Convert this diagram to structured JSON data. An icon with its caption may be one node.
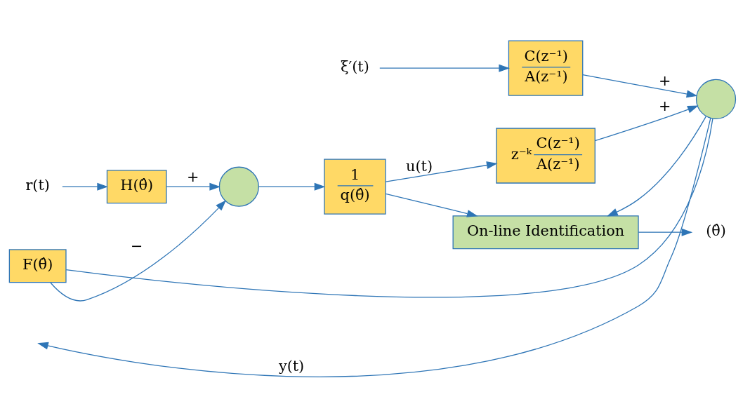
{
  "diagram": {
    "nodes": [
      {
        "text": [
          "On-line Identification"
        ]
      },
      {
        "text": [
          "(θ̂)"
        ]
      },
      {
        "text": [
          "ξ′(t)"
        ]
      },
      {
        "text": [
          "C(z⁻¹)",
          "A(z⁻¹)"
        ]
      },
      {
        "text": [
          "r(t)"
        ]
      },
      {
        "text": [
          "H(θ̂)"
        ]
      },
      {
        "text": [],
        "shape": "circle"
      },
      {
        "text": [
          "1",
          "q(θ̂)"
        ]
      },
      {
        "text": [
          "z⁻ᵏ",
          "C(z⁻¹)",
          "A(z⁻¹)"
        ]
      },
      {
        "text": [],
        "shape": "circle"
      },
      {
        "text": [
          "F(θ̂)"
        ]
      }
    ],
    "edges": [
      {
        "from": 0,
        "to": 1,
        "arrow": "to"
      },
      {
        "from": 2,
        "to": 3,
        "arrow": "to"
      },
      {
        "from": 4,
        "to": 5,
        "arrow": "to"
      },
      {
        "from": 5,
        "to": 6,
        "arrow": "to",
        "label": "+"
      },
      {
        "from": 6,
        "to": 7,
        "arrow": "to"
      },
      {
        "from": 7,
        "to": 0,
        "arrow": "to"
      },
      {
        "from": 7,
        "to": 8,
        "arrow": "to",
        "label": "u(t)"
      },
      {
        "from": 8,
        "to": 9,
        "arrow": "to",
        "label": "+"
      },
      {
        "from": 3,
        "to": 9,
        "arrow": "to",
        "label": "+"
      },
      {
        "from": 9,
        "to": null,
        "arrow": "to",
        "label": "y(t)"
      },
      {
        "from": 9,
        "to": 0,
        "arrow": "to"
      },
      {
        "from": 9,
        "to": 10,
        "arrow": "none"
      },
      {
        "from": 10,
        "to": 6,
        "arrow": "to",
        "label": "−"
      }
    ]
  }
}
